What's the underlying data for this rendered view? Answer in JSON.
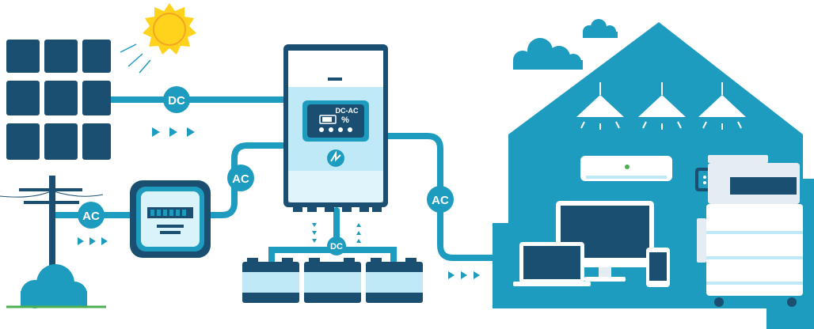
{
  "labels": {
    "dc_panel": "DC",
    "ac_inverter": "AC",
    "ac_grid": "AC",
    "ac_house": "AC",
    "dc_battery": "DC",
    "screen_title": "DC-AC",
    "screen_percent": "%"
  },
  "colors": {
    "primary": "#1e9cbf",
    "dark": "#1b4f72",
    "light": "#bfe9f7",
    "sun": "#ffd21c",
    "grass": "#4caf50"
  },
  "icons": [
    "solar-panel-icon",
    "sun-icon",
    "power-pole-icon",
    "meter-icon",
    "inverter-icon",
    "battery-icon",
    "house-icon",
    "lamp-icon",
    "monitor-icon",
    "laptop-icon",
    "phone-icon",
    "printer-icon",
    "air-conditioner-icon",
    "cloud-icon",
    "bolt-icon"
  ]
}
